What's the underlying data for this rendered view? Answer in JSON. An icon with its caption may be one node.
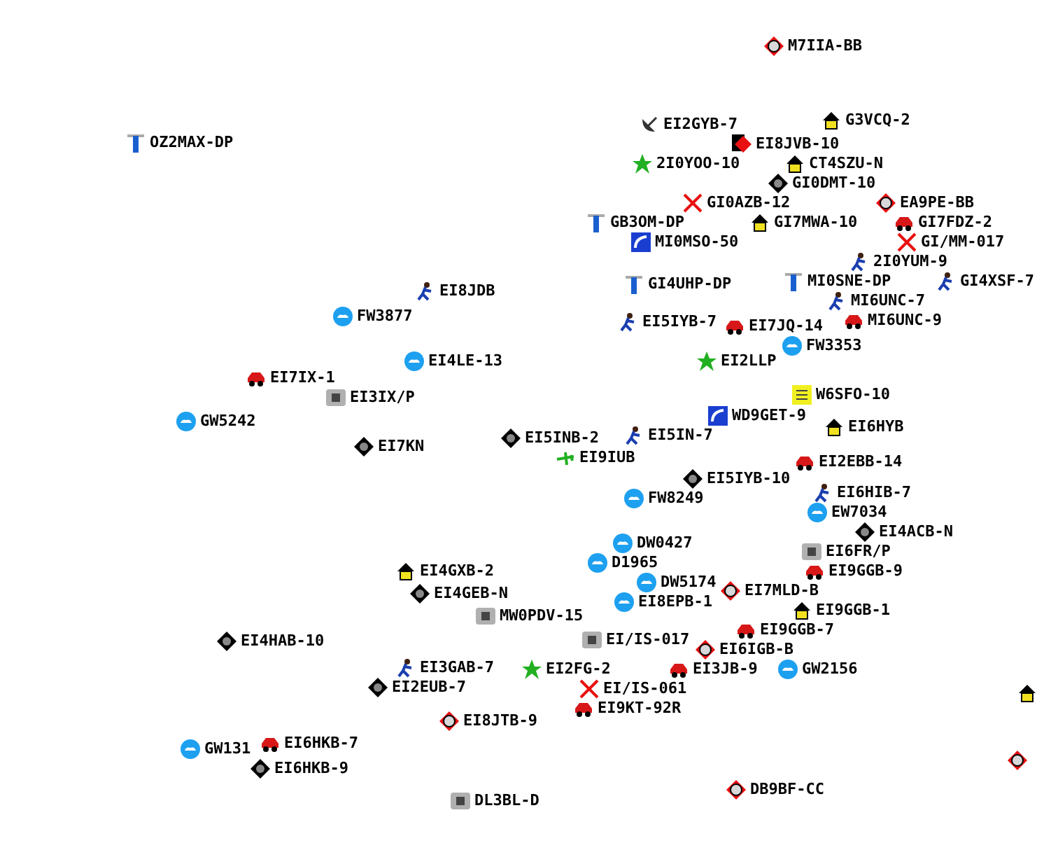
{
  "diagram": {
    "labels": [
      "M7IIA-BB",
      "OZ2MAX-DP",
      "EI2GYB-7",
      "G3VCQ-2",
      "EI8JVB-10",
      "2I0YOO-10",
      "CT4SZU-N",
      "GI0DMT-10",
      "GI0AZB-12",
      "EA9PE-BB",
      "GB3OM-DP",
      "GI7MWA-10",
      "GI7FDZ-2",
      "MI0MSO-50",
      "GI/MM-017",
      "2I0YUM-9",
      "GI4UHP-DP",
      "MI0SNE-DP",
      "GI4XSF-7",
      "MI6UNC-7",
      "MI6UNC-9",
      "EI8JDB",
      "EI5IYB-7",
      "EI7JQ-14",
      "FW3877",
      "FW3353",
      "EI4LE-13",
      "EI2LLP",
      "EI7IX-1",
      "EI3IX/P",
      "W6SFO-10",
      "GW5242",
      "WD9GET-9",
      "EI6HYB",
      "EI5INB-2",
      "EI5IN-7",
      "EI9IUB",
      "EI7KN",
      "EI2EBB-14",
      "EI5IYB-10",
      "FW8249",
      "EI6HIB-7",
      "EW7034",
      "EI4ACB-N",
      "EI6FR/P",
      "DW0427",
      "D1965",
      "EI4GXB-2",
      "EI9GGB-9",
      "DW5174",
      "EI7MLD-B",
      "EI9GGB-1",
      "EI4GEB-N",
      "EI8EPB-1",
      "EI9GGB-7",
      "MW0PDV-15",
      "EI6IGB-B",
      "GW2156",
      "EI4HAB-10",
      "EI/IS-017",
      "EI3JB-9",
      "EI/IS-061",
      "EI3GAB-7",
      "EI9KT-92R",
      "EI2EUB-7",
      "EI2FG-2",
      "EI8JTB-9",
      "EI6HKB-7",
      "GW131",
      "EI6HKB-9",
      "DL3BL-D",
      "DB9BF-CC"
    ]
  }
}
